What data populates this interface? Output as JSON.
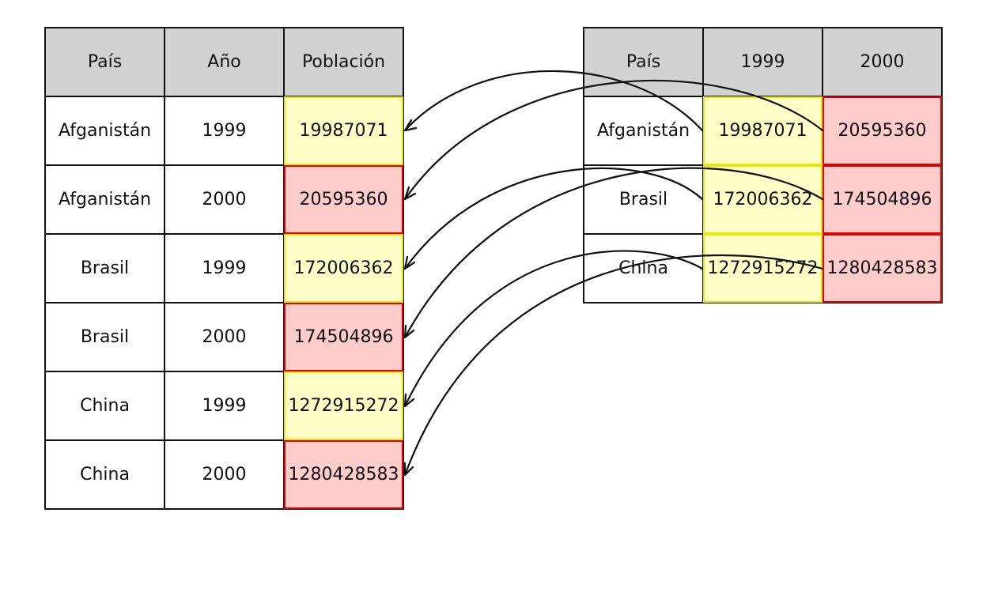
{
  "long_table": {
    "headers": [
      "País",
      "Año",
      "Población"
    ],
    "rows": [
      {
        "pais": "Afganistán",
        "anio": "1999",
        "poblacion": "19987071",
        "color": "yellow"
      },
      {
        "pais": "Afganistán",
        "anio": "2000",
        "poblacion": "20595360",
        "color": "red"
      },
      {
        "pais": "Brasil",
        "anio": "1999",
        "poblacion": "172006362",
        "color": "yellow"
      },
      {
        "pais": "Brasil",
        "anio": "2000",
        "poblacion": "174504896",
        "color": "red"
      },
      {
        "pais": "China",
        "anio": "1999",
        "poblacion": "1272915272",
        "color": "yellow"
      },
      {
        "pais": "China",
        "anio": "2000",
        "poblacion": "1280428583",
        "color": "red"
      }
    ]
  },
  "wide_table": {
    "headers": [
      "País",
      "1999",
      "2000"
    ],
    "rows": [
      {
        "pais": "Afganistán",
        "y1999": "19987071",
        "y2000": "20595360"
      },
      {
        "pais": "Brasil",
        "y1999": "172006362",
        "y2000": "174504896"
      },
      {
        "pais": "China",
        "y1999": "1272915272",
        "y2000": "1280428583"
      }
    ]
  },
  "colors": {
    "header_fill": "#d2d2d2",
    "yellow_fill": "#ffffc8",
    "yellow_border": "#e8e800",
    "red_fill": "#ffcccc",
    "red_border": "#e00000",
    "arrow": "#111111"
  }
}
